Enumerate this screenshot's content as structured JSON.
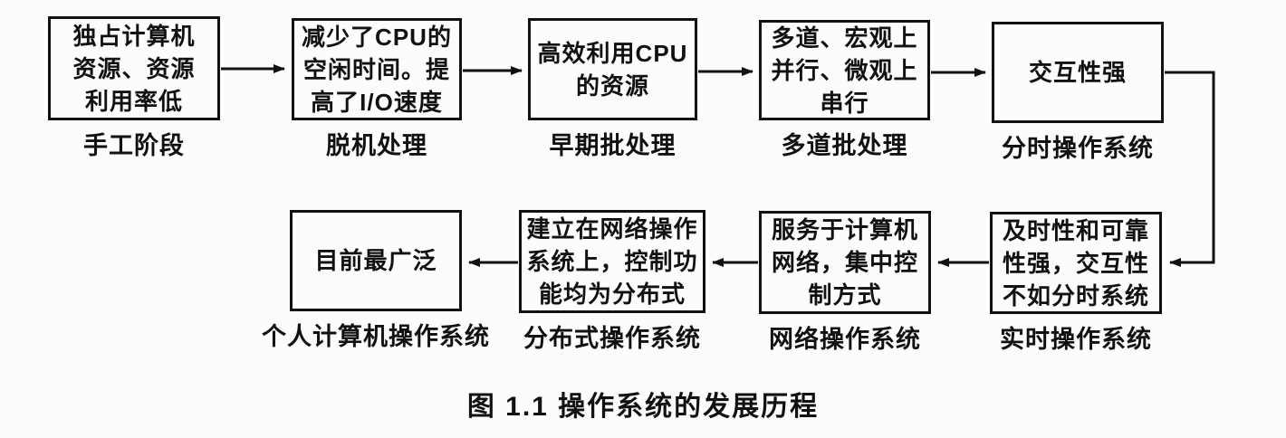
{
  "figure": {
    "caption": "图 1.1  操作系统的发展历程"
  },
  "colors": {
    "ink": "#111111",
    "background": "#fcfcfb"
  },
  "nodes": [
    {
      "id": "manual-stage",
      "lines": [
        "独占计算机",
        "资源、资源",
        "利用率低"
      ],
      "label": "手工阶段"
    },
    {
      "id": "offline-processing",
      "lines": [
        "减少了CPU的",
        "空闲时间。提",
        "高了I/O速度"
      ],
      "label": "脱机处理"
    },
    {
      "id": "early-batch",
      "lines": [
        "高效利用CPU",
        "的资源"
      ],
      "label": "早期批处理"
    },
    {
      "id": "multiprogram-batch",
      "lines": [
        "多道、宏观上",
        "并行、微观上",
        "串行"
      ],
      "label": "多道批处理"
    },
    {
      "id": "time-sharing-os",
      "lines": [
        "交互性强"
      ],
      "label": "分时操作系统"
    },
    {
      "id": "real-time-os",
      "lines": [
        "及时性和可靠",
        "性强，交互性",
        "不如分时系统"
      ],
      "label": "实时操作系统"
    },
    {
      "id": "network-os",
      "lines": [
        "服务于计算机",
        "网络，集中控",
        "制方式"
      ],
      "label": "网络操作系统"
    },
    {
      "id": "distributed-os",
      "lines": [
        "建立在网络操作",
        "系统上，控制功",
        "能均为分布式"
      ],
      "label": "分布式操作系统"
    },
    {
      "id": "personal-computer-os",
      "lines": [
        "目前最广泛"
      ],
      "label": "个人计算机操作系统"
    }
  ],
  "edges": [
    {
      "from": "手工阶段",
      "to": "脱机处理"
    },
    {
      "from": "脱机处理",
      "to": "早期批处理"
    },
    {
      "from": "早期批处理",
      "to": "多道批处理"
    },
    {
      "from": "多道批处理",
      "to": "分时操作系统"
    },
    {
      "from": "分时操作系统",
      "to": "实时操作系统"
    },
    {
      "from": "实时操作系统",
      "to": "网络操作系统"
    },
    {
      "from": "网络操作系统",
      "to": "分布式操作系统"
    },
    {
      "from": "分布式操作系统",
      "to": "个人计算机操作系统"
    }
  ]
}
